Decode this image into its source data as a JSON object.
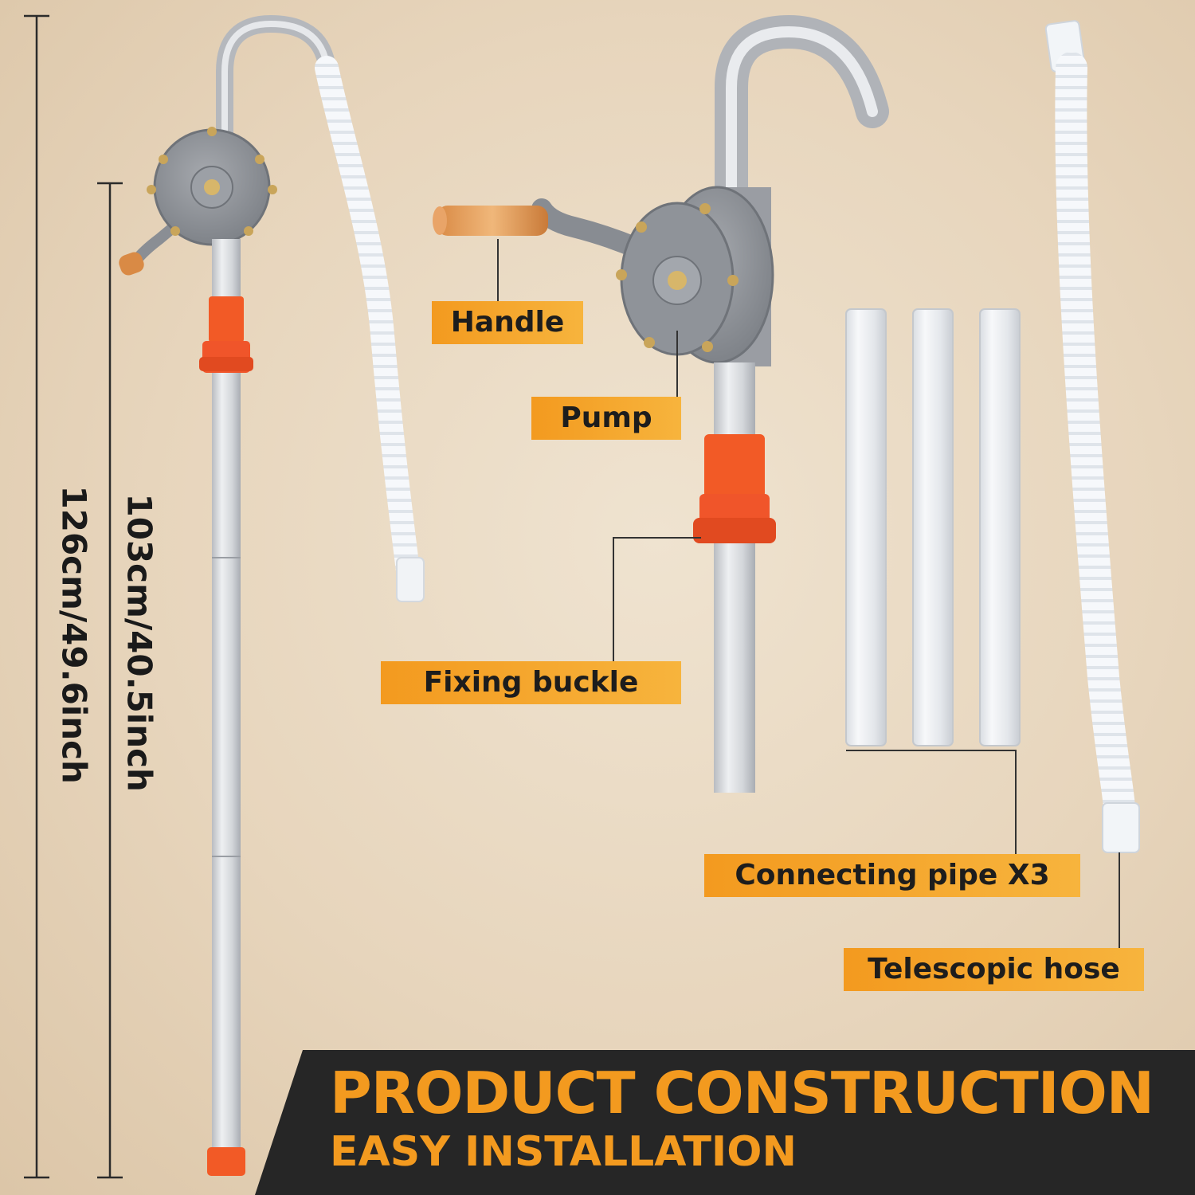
{
  "dimensions": {
    "total_length": "126cm/49.6inch",
    "pump_length": "103cm/40.5inch"
  },
  "callouts": {
    "handle": "Handle",
    "pump": "Pump",
    "fixing_buckle": "Fixing buckle",
    "connecting_pipe": "Connecting pipe X3",
    "telescopic_hose": "Telescopic hose"
  },
  "banner": {
    "title": "PRODUCT CONSTRUCTION",
    "subtitle": "EASY INSTALLATION"
  },
  "colors": {
    "accent_orange": "#f39a1f",
    "banner_bg": "#262626",
    "pump_gray": "#8d9096",
    "buckle_red": "#f25a26",
    "pipe_silver": "#d5d7da",
    "hose_white": "#f3f5f8"
  }
}
